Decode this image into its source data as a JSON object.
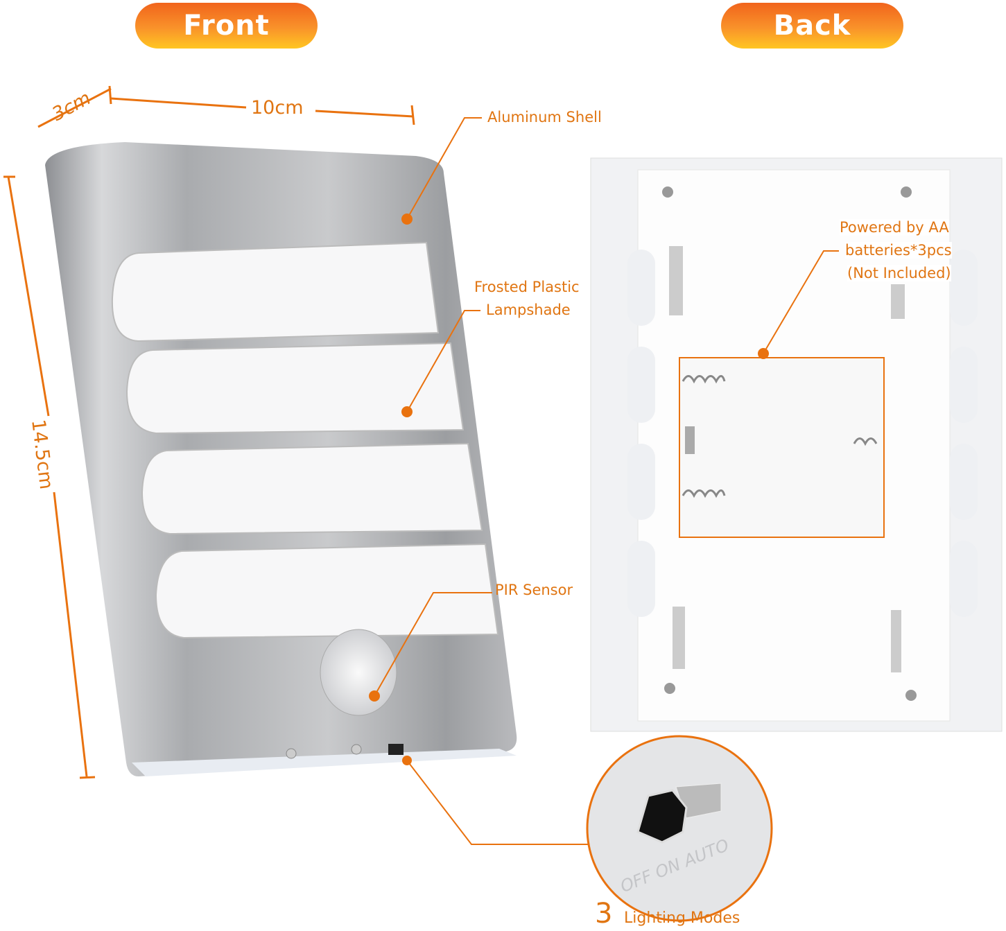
{
  "headers": {
    "front": "Front",
    "back": "Back"
  },
  "dimensions": {
    "depth": "3cm",
    "width": "10cm",
    "height": "14.5cm"
  },
  "callouts": {
    "shell": "Aluminum Shell",
    "lampshade_1": "Frosted Plastic",
    "lampshade_2": "Lampshade",
    "sensor": "PIR Sensor",
    "battery_1": "Powered by AA",
    "battery_2": "batteries*3pcs",
    "battery_3": "(Not Included)"
  },
  "switch": {
    "positions": "OFF ON AUTO",
    "modes_count": "3",
    "modes_label": "Lighting Modes"
  },
  "colors": {
    "accent": "#e9720f",
    "pill_top": "#f1641c",
    "pill_bottom": "#ffc622"
  }
}
